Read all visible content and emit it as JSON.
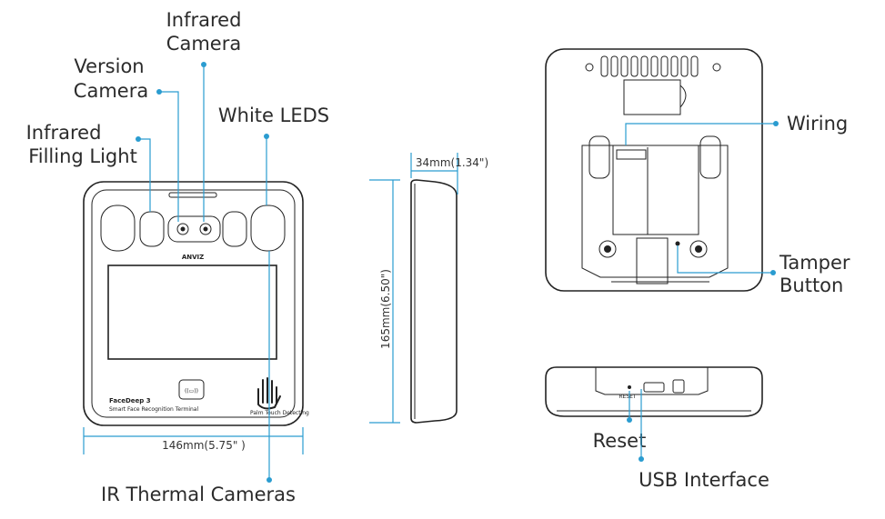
{
  "labels": {
    "infrared_camera": [
      "Infrared",
      "Camera"
    ],
    "version_camera": [
      "Version",
      "Camera"
    ],
    "white_leds": "White LEDS",
    "infrared_filling_light": [
      "Infrared",
      "Filling Light"
    ],
    "ir_thermal_cameras": "IR Thermal Cameras",
    "wiring": "Wiring",
    "tamper_button": [
      "Tamper",
      "Button"
    ],
    "reset": "Reset",
    "usb_interface": "USB Interface"
  },
  "dimensions": {
    "width": "146mm(5.75\" )",
    "height": "165mm(6.50\")",
    "depth": "34mm(1.34\")"
  },
  "device_text": {
    "brand": "ANVIZ",
    "model": "FaceDeep 3",
    "model_sub": "Smart Face Recognition Terminal",
    "palm_caption": "Palm Touch Detecting",
    "bottom_reset": "RESET"
  },
  "colors": {
    "callout": "#2a9cd0",
    "outline": "#222222"
  }
}
